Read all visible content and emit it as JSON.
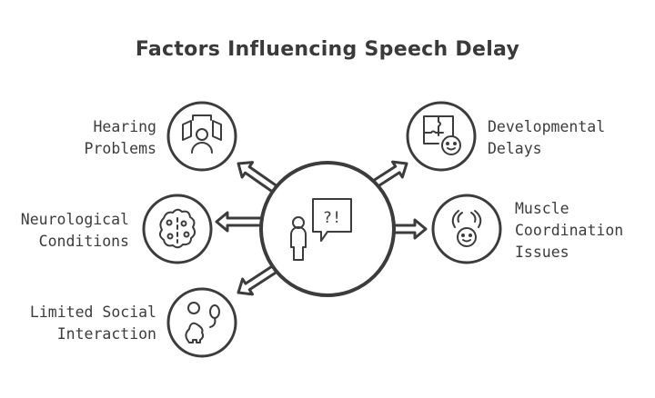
{
  "title": "Factors Influencing Speech Delay",
  "center": {
    "icon": "person-speech-bubble-icon",
    "bubble_text": "?!"
  },
  "factors": [
    {
      "id": "hearing",
      "lines": [
        "Hearing",
        "Problems"
      ],
      "icon": "sad-face-sound-icon"
    },
    {
      "id": "neuro",
      "lines": [
        "Neurological",
        "Conditions"
      ],
      "icon": "brain-cells-icon"
    },
    {
      "id": "social",
      "lines": [
        "Limited Social",
        "Interaction"
      ],
      "icon": "child-balloon-icon"
    },
    {
      "id": "developmental",
      "lines": [
        "Developmental",
        "Delays"
      ],
      "icon": "puzzle-baby-icon"
    },
    {
      "id": "muscle",
      "lines": [
        "Muscle",
        "Coordination",
        "Issues"
      ],
      "icon": "hands-baby-icon"
    }
  ],
  "colors": {
    "stroke": "#3c3c3c",
    "background": "#ffffff"
  }
}
